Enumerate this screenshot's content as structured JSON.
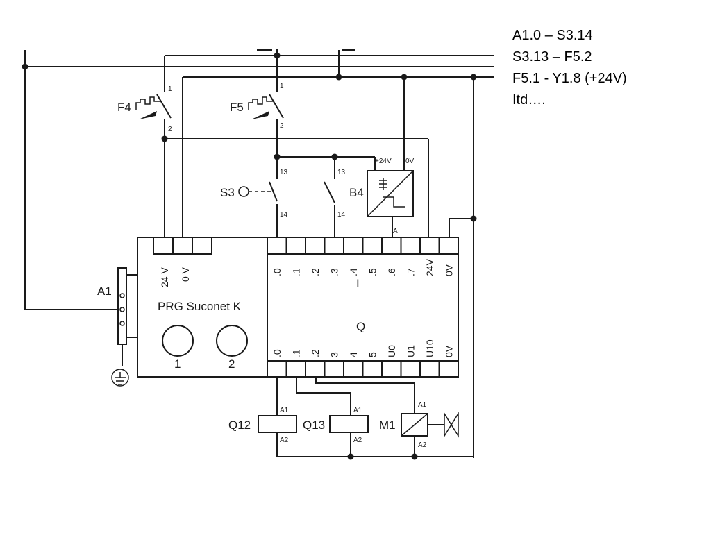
{
  "notes": [
    "A1.0 – S3.14",
    "S3.13 – F5.2",
    "F5.1 - Y1.8 (+24V)",
    "Itd…."
  ],
  "components": {
    "F4": "F4",
    "F5": "F5",
    "S3": "S3",
    "B4": "B4",
    "A1": "A1",
    "Q12": "Q12",
    "Q13": "Q13",
    "M1": "M1"
  },
  "pins": {
    "one": "1",
    "two": "2",
    "thirteen": "13",
    "fourteen": "14",
    "A": "A",
    "A1": "A1",
    "A2": "A2"
  },
  "b4_supply": {
    "plus": "+24V",
    "zero": "0V"
  },
  "controller": {
    "name": "PRG Suconet K",
    "supply_24": "24 V",
    "supply_0": "0 V",
    "button1_label": "1",
    "button2_label": "2",
    "input_label": "I",
    "output_label": "Q",
    "input_pins": [
      ".0",
      ".1",
      ".2",
      ".3",
      ".4",
      ".5",
      ".6",
      ".7",
      "24V",
      "0V"
    ],
    "output_pins": [
      ".0",
      ".1",
      ".2",
      "3",
      "4",
      "5",
      "U0",
      "U1",
      "U10",
      "0V"
    ]
  }
}
